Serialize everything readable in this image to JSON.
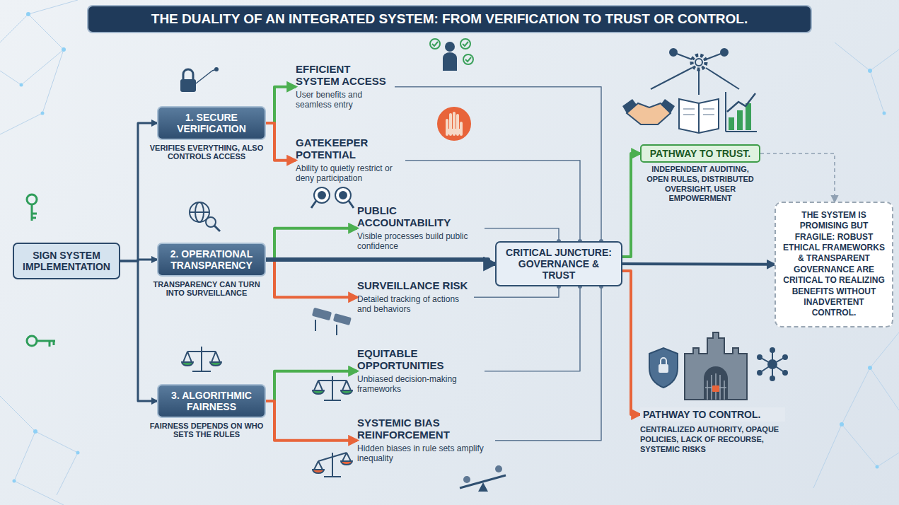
{
  "diagram": {
    "title": "THE DUALITY OF AN INTEGRATED SYSTEM: FROM VERIFICATION TO TRUST OR CONTROL.",
    "nodes": [
      {
        "text": [
          "SIGN SYSTEM IMPLEMENTATION"
        ]
      },
      {
        "text": [
          "1. SECURE VERIFICATION",
          "VERIFIES EVERYTHING, ALSO CONTROLS ACCESS"
        ]
      },
      {
        "text": [
          "EFFICIENT SYSTEM ACCESS",
          "User benefits and seamless entry"
        ]
      },
      {
        "text": [
          "GATEKEEPER POTENTIAL",
          "Ability to quietly restrict or deny participation"
        ]
      },
      {
        "text": [
          "2. OPERATIONAL TRANSPARENCY",
          "TRANSPARENCY CAN TURN INTO SURVEILLANCE"
        ]
      },
      {
        "text": [
          "PUBLIC ACCOUNTABILITY",
          "Visible processes build public confidence"
        ]
      },
      {
        "text": [
          "SURVEILLANCE RISK",
          "Detailed tracking of actions and behaviors"
        ]
      },
      {
        "text": [
          "3. ALGORITHMIC FAIRNESS",
          "FAIRNESS DEPENDS ON WHO SETS THE RULES"
        ]
      },
      {
        "text": [
          "EQUITABLE OPPORTUNITIES",
          "Unbiased decision-making frameworks"
        ]
      },
      {
        "text": [
          "SYSTEMIC BIAS REINFORCEMENT",
          "Hidden biases in rule sets amplify inequality"
        ]
      },
      {
        "text": [
          "CRITICAL JUNCTURE: GOVERNANCE & TRUST"
        ]
      },
      {
        "text": [
          "PATHWAY TO TRUST.",
          "INDEPENDENT AUDITING, OPEN RULES, DISTRIBUTED OVERSIGHT, USER EMPOWERMENT"
        ]
      },
      {
        "text": [
          "PATHWAY TO CONTROL.",
          "CENTRALIZED AUTHORITY, OPAQUE POLICIES, LACK OF RECOURSE, SYSTEMIC RISKS"
        ]
      },
      {
        "text": [
          "THE SYSTEM IS PROMISING BUT FRAGILE: ROBUST ETHICAL FRAMEWORKS & TRANSPARENT GOVERNANCE ARE CRITICAL TO REALIZING BENEFITS WITHOUT INADVERTENT CONTROL."
        ]
      }
    ],
    "edges": [
      {
        "from": 0,
        "to": 1,
        "arrow": "to"
      },
      {
        "from": 0,
        "to": 4,
        "arrow": "to"
      },
      {
        "from": 0,
        "to": 7,
        "arrow": "to"
      },
      {
        "from": 1,
        "to": 2,
        "arrow": "to"
      },
      {
        "from": 1,
        "to": 3,
        "arrow": "to"
      },
      {
        "from": 4,
        "to": 5,
        "arrow": "to"
      },
      {
        "from": 4,
        "to": 6,
        "arrow": "to"
      },
      {
        "from": 7,
        "to": 8,
        "arrow": "to"
      },
      {
        "from": 7,
        "to": 9,
        "arrow": "to"
      },
      {
        "from": 4,
        "to": 10,
        "arrow": "to"
      },
      {
        "from": 2,
        "to": 10,
        "arrow": "none"
      },
      {
        "from": 3,
        "to": 10,
        "arrow": "none"
      },
      {
        "from": 5,
        "to": 10,
        "arrow": "none"
      },
      {
        "from": 6,
        "to": 10,
        "arrow": "none"
      },
      {
        "from": 8,
        "to": 10,
        "arrow": "none"
      },
      {
        "from": 9,
        "to": 10,
        "arrow": "none"
      },
      {
        "from": 10,
        "to": 11,
        "arrow": "to"
      },
      {
        "from": 10,
        "to": 12,
        "arrow": "to"
      },
      {
        "from": 10,
        "to": 13,
        "arrow": "to"
      },
      {
        "from": 11,
        "to": 13,
        "arrow": "to"
      }
    ]
  }
}
